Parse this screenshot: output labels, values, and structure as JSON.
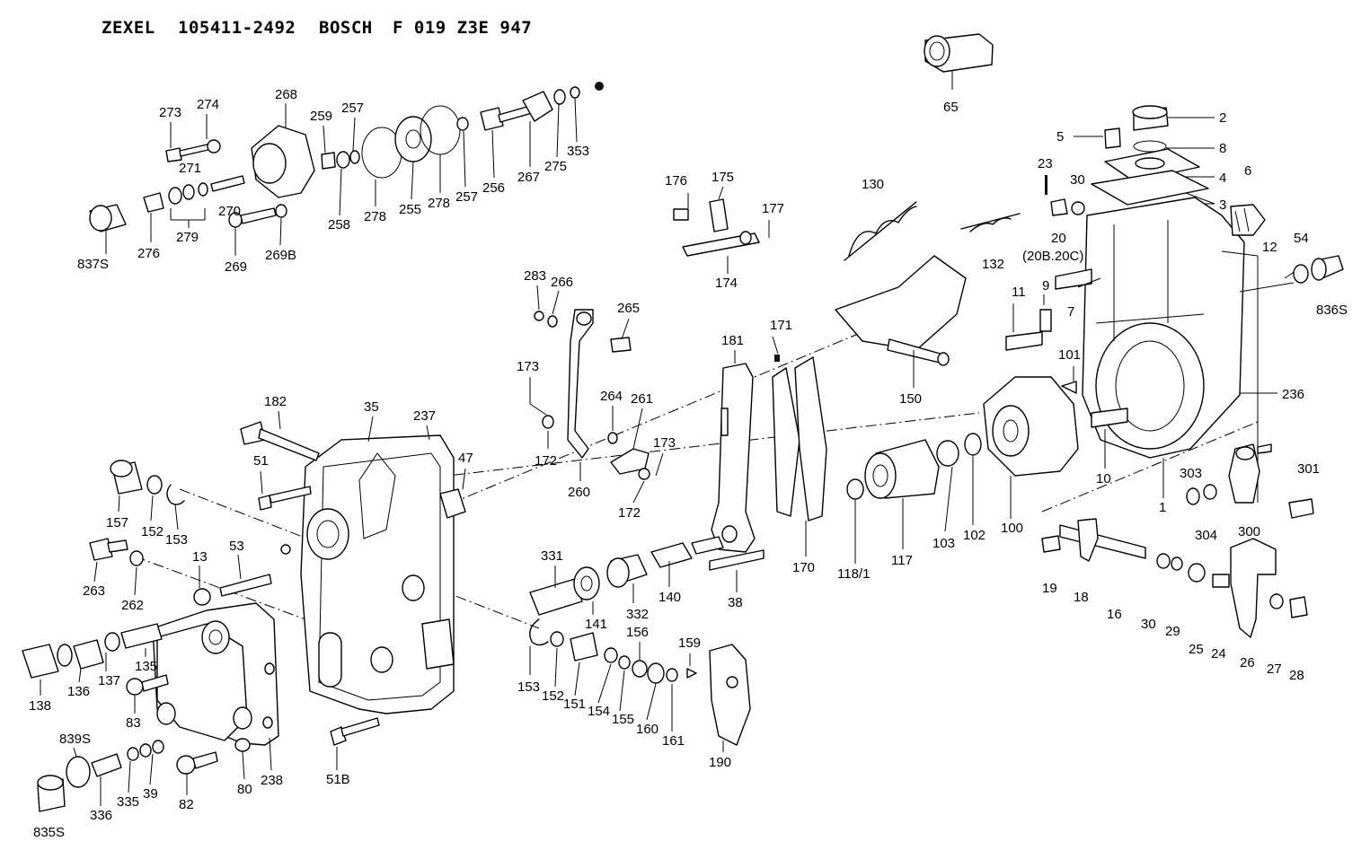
{
  "title": {
    "maker1": "ZEXEL",
    "part1": "105411-2492",
    "maker2": "BOSCH",
    "part2": "F 019 Z3E 947"
  },
  "labels": [
    {
      "id": "65",
      "text": "65"
    },
    {
      "id": "2",
      "text": "2"
    },
    {
      "id": "5",
      "text": "5"
    },
    {
      "id": "8",
      "text": "8"
    },
    {
      "id": "4",
      "text": "4"
    },
    {
      "id": "23",
      "text": "23"
    },
    {
      "id": "30a",
      "text": "30"
    },
    {
      "id": "3",
      "text": "3"
    },
    {
      "id": "6",
      "text": "6"
    },
    {
      "id": "20",
      "text": "20"
    },
    {
      "id": "20bc",
      "text": "(20B.20C)"
    },
    {
      "id": "12",
      "text": "12"
    },
    {
      "id": "54",
      "text": "54"
    },
    {
      "id": "836S",
      "text": "836S"
    },
    {
      "id": "9",
      "text": "9"
    },
    {
      "id": "7",
      "text": "7"
    },
    {
      "id": "11",
      "text": "11"
    },
    {
      "id": "101",
      "text": "101"
    },
    {
      "id": "236",
      "text": "236"
    },
    {
      "id": "10",
      "text": "10"
    },
    {
      "id": "1",
      "text": "1"
    },
    {
      "id": "303",
      "text": "303"
    },
    {
      "id": "304",
      "text": "304"
    },
    {
      "id": "300",
      "text": "300"
    },
    {
      "id": "301",
      "text": "301"
    },
    {
      "id": "19",
      "text": "19"
    },
    {
      "id": "18",
      "text": "18"
    },
    {
      "id": "16",
      "text": "16"
    },
    {
      "id": "30b",
      "text": "30"
    },
    {
      "id": "29",
      "text": "29"
    },
    {
      "id": "25",
      "text": "25"
    },
    {
      "id": "24",
      "text": "24"
    },
    {
      "id": "26",
      "text": "26"
    },
    {
      "id": "27",
      "text": "27"
    },
    {
      "id": "28",
      "text": "28"
    },
    {
      "id": "130",
      "text": "130"
    },
    {
      "id": "132",
      "text": "132"
    },
    {
      "id": "150",
      "text": "150"
    },
    {
      "id": "100",
      "text": "100"
    },
    {
      "id": "102",
      "text": "102"
    },
    {
      "id": "103",
      "text": "103"
    },
    {
      "id": "117",
      "text": "117"
    },
    {
      "id": "118/1",
      "text": "118/1"
    },
    {
      "id": "170",
      "text": "170"
    },
    {
      "id": "171",
      "text": "171"
    },
    {
      "id": "181",
      "text": "181"
    },
    {
      "id": "38",
      "text": "38"
    },
    {
      "id": "176",
      "text": "176"
    },
    {
      "id": "175",
      "text": "175"
    },
    {
      "id": "177",
      "text": "177"
    },
    {
      "id": "174",
      "text": "174"
    },
    {
      "id": "283",
      "text": "283"
    },
    {
      "id": "266",
      "text": "266"
    },
    {
      "id": "265",
      "text": "265"
    },
    {
      "id": "173a",
      "text": "173"
    },
    {
      "id": "264",
      "text": "264"
    },
    {
      "id": "261",
      "text": "261"
    },
    {
      "id": "173b",
      "text": "173"
    },
    {
      "id": "172a",
      "text": "172"
    },
    {
      "id": "260",
      "text": "260"
    },
    {
      "id": "172b",
      "text": "172"
    },
    {
      "id": "331",
      "text": "331"
    },
    {
      "id": "141",
      "text": "141"
    },
    {
      "id": "332",
      "text": "332"
    },
    {
      "id": "140",
      "text": "140"
    },
    {
      "id": "156",
      "text": "156"
    },
    {
      "id": "159",
      "text": "159"
    },
    {
      "id": "153b",
      "text": "153"
    },
    {
      "id": "152b",
      "text": "152"
    },
    {
      "id": "151",
      "text": "151"
    },
    {
      "id": "154",
      "text": "154"
    },
    {
      "id": "155",
      "text": "155"
    },
    {
      "id": "160",
      "text": "160"
    },
    {
      "id": "161",
      "text": "161"
    },
    {
      "id": "190",
      "text": "190"
    },
    {
      "id": "273",
      "text": "273"
    },
    {
      "id": "274",
      "text": "274"
    },
    {
      "id": "268",
      "text": "268"
    },
    {
      "id": "259",
      "text": "259"
    },
    {
      "id": "257a",
      "text": "257"
    },
    {
      "id": "271",
      "text": "271"
    },
    {
      "id": "258",
      "text": "258"
    },
    {
      "id": "278a",
      "text": "278"
    },
    {
      "id": "255",
      "text": "255"
    },
    {
      "id": "278b",
      "text": "278"
    },
    {
      "id": "257b",
      "text": "257"
    },
    {
      "id": "256",
      "text": "256"
    },
    {
      "id": "267",
      "text": "267"
    },
    {
      "id": "275",
      "text": "275"
    },
    {
      "id": "353",
      "text": "353"
    },
    {
      "id": "837S",
      "text": "837S"
    },
    {
      "id": "276",
      "text": "276"
    },
    {
      "id": "279",
      "text": "279"
    },
    {
      "id": "270",
      "text": "270"
    },
    {
      "id": "269",
      "text": "269"
    },
    {
      "id": "269B",
      "text": "269B"
    },
    {
      "id": "182",
      "text": "182"
    },
    {
      "id": "35",
      "text": "35"
    },
    {
      "id": "237",
      "text": "237"
    },
    {
      "id": "47",
      "text": "47"
    },
    {
      "id": "51",
      "text": "51"
    },
    {
      "id": "157",
      "text": "157"
    },
    {
      "id": "152a",
      "text": "152"
    },
    {
      "id": "153a",
      "text": "153"
    },
    {
      "id": "263",
      "text": "263"
    },
    {
      "id": "262",
      "text": "262"
    },
    {
      "id": "13",
      "text": "13"
    },
    {
      "id": "53",
      "text": "53"
    },
    {
      "id": "138",
      "text": "138"
    },
    {
      "id": "136",
      "text": "136"
    },
    {
      "id": "137",
      "text": "137"
    },
    {
      "id": "135",
      "text": "135"
    },
    {
      "id": "83",
      "text": "83"
    },
    {
      "id": "839S",
      "text": "839S"
    },
    {
      "id": "336",
      "text": "336"
    },
    {
      "id": "335",
      "text": "335"
    },
    {
      "id": "39",
      "text": "39"
    },
    {
      "id": "82",
      "text": "82"
    },
    {
      "id": "80",
      "text": "80"
    },
    {
      "id": "238",
      "text": "238"
    },
    {
      "id": "51B",
      "text": "51B"
    },
    {
      "id": "835S",
      "text": "835S"
    }
  ]
}
